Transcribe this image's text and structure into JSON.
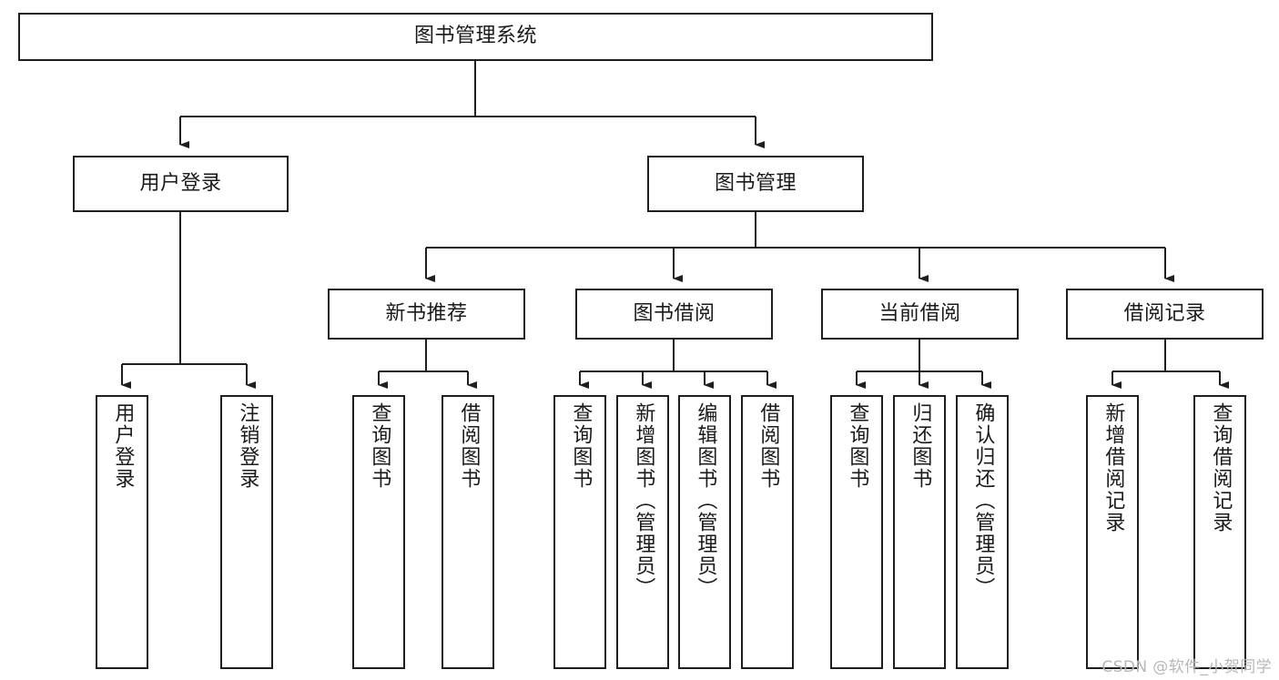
{
  "diagram": {
    "title": "图书管理系统",
    "type": "hierarchy-tree",
    "background_color": "#ffffff",
    "node_border_color": "#1f1f1f",
    "node_fill_color": "#ffffff",
    "text_color": "#1a1a1a",
    "edge_color": "#1f1f1f"
  },
  "nodes": {
    "root": {
      "label": "图书管理系统",
      "level": 1,
      "orientation": "horizontal"
    },
    "l2": [
      {
        "id": "user-login",
        "label": "用户登录",
        "level": 2,
        "orientation": "horizontal"
      },
      {
        "id": "book-manage",
        "label": "图书管理",
        "level": 2,
        "orientation": "horizontal"
      }
    ],
    "l3": [
      {
        "id": "new-book-recommend",
        "label": "新书推荐",
        "level": 3,
        "orientation": "horizontal"
      },
      {
        "id": "book-borrow",
        "label": "图书借阅",
        "level": 3,
        "orientation": "horizontal"
      },
      {
        "id": "current-borrow",
        "label": "当前借阅",
        "level": 3,
        "orientation": "horizontal"
      },
      {
        "id": "borrow-record",
        "label": "借阅记录",
        "level": 3,
        "orientation": "horizontal"
      }
    ],
    "leaves": [
      {
        "id": "leaf-user-login",
        "label": "用户登录",
        "parent": "user-login",
        "orientation": "vertical"
      },
      {
        "id": "leaf-user-logout",
        "label": "注销登录",
        "parent": "user-login",
        "orientation": "vertical"
      },
      {
        "id": "leaf-query-book-1",
        "label": "查询图书",
        "parent": "new-book-recommend",
        "orientation": "vertical"
      },
      {
        "id": "leaf-borrow-book-1",
        "label": "借阅图书",
        "parent": "new-book-recommend",
        "orientation": "vertical"
      },
      {
        "id": "leaf-query-book-2",
        "label": "查询图书",
        "parent": "book-borrow",
        "orientation": "vertical"
      },
      {
        "id": "leaf-add-book",
        "label": "新增图书（管理员）",
        "parent": "book-borrow",
        "orientation": "vertical"
      },
      {
        "id": "leaf-edit-book",
        "label": "编辑图书（管理员）",
        "parent": "book-borrow",
        "orientation": "vertical"
      },
      {
        "id": "leaf-borrow-book-2",
        "label": "借阅图书",
        "parent": "book-borrow",
        "orientation": "vertical"
      },
      {
        "id": "leaf-query-book-3",
        "label": "查询图书",
        "parent": "current-borrow",
        "orientation": "vertical"
      },
      {
        "id": "leaf-return-book",
        "label": "归还图书",
        "parent": "current-borrow",
        "orientation": "vertical"
      },
      {
        "id": "leaf-confirm-return",
        "label": "确认归还（管理员）",
        "parent": "current-borrow",
        "orientation": "vertical"
      },
      {
        "id": "leaf-add-record",
        "label": "新增借阅记录",
        "parent": "borrow-record",
        "orientation": "vertical"
      },
      {
        "id": "leaf-query-record",
        "label": "查询借阅记录",
        "parent": "borrow-record",
        "orientation": "vertical"
      }
    ]
  },
  "watermark": {
    "text": "CSDN @软件_小贺同学",
    "color": "#b7b7b7"
  }
}
